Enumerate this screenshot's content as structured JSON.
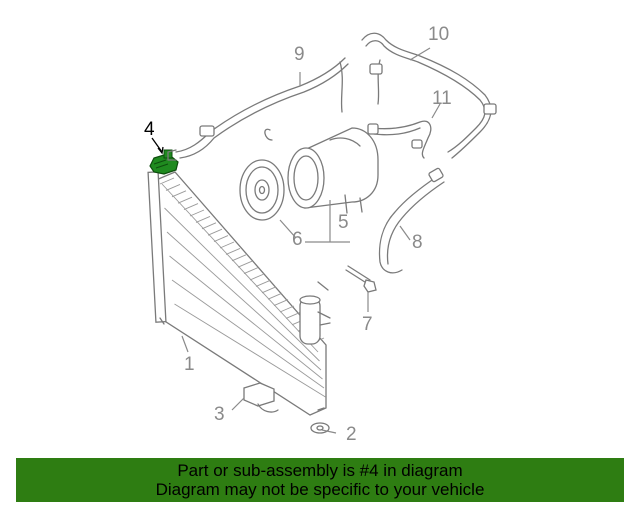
{
  "diagram": {
    "highlighted_part": "4",
    "highlight_color": "#1f8a1f",
    "callouts": {
      "c1": "1",
      "c2": "2",
      "c3": "3",
      "c4": "4",
      "c5": "5",
      "c6": "6",
      "c7": "7",
      "c8": "8",
      "c9": "9",
      "c10": "10",
      "c11": "11"
    }
  },
  "banner": {
    "background": "#2e7d12",
    "line1": "Part or sub-assembly is #4 in diagram",
    "line2": "Diagram may not be specific to your vehicle"
  }
}
